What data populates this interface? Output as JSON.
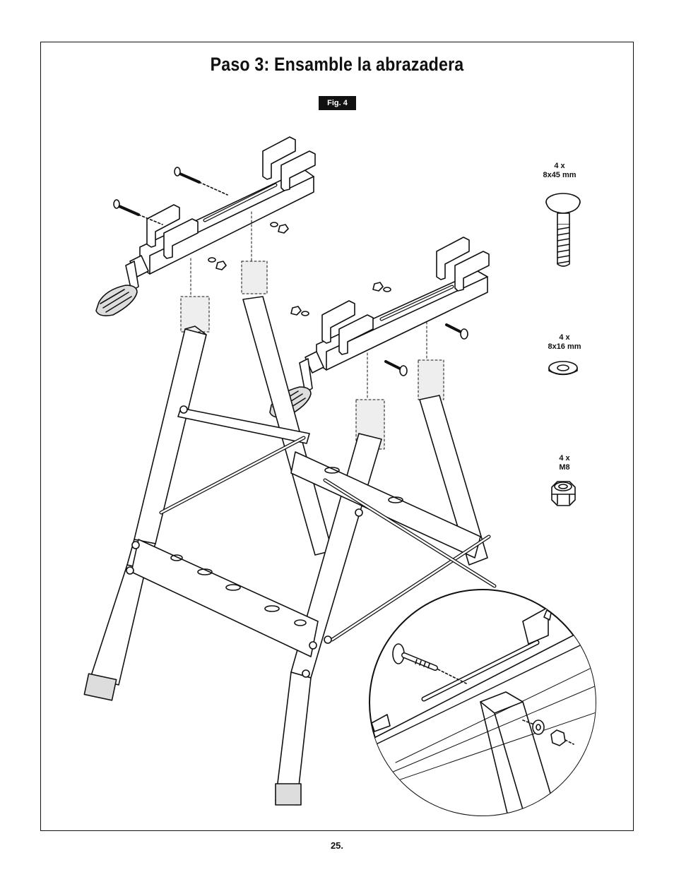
{
  "page": {
    "title": "Paso 3: Ensamble la abrazadera",
    "figure_label": "Fig. 4",
    "page_number": "25."
  },
  "hardware": [
    {
      "quantity": "4 x",
      "spec": "8x45 mm",
      "icon": "carriage-bolt-icon"
    },
    {
      "quantity": "4 x",
      "spec": "8x16 mm",
      "icon": "washer-icon"
    },
    {
      "quantity": "4 x",
      "spec": "M8",
      "icon": "lock-nut-icon"
    }
  ],
  "colors": {
    "line": "#111111",
    "fill_light": "#ffffff",
    "fill_gray": "#d8d8d8"
  }
}
